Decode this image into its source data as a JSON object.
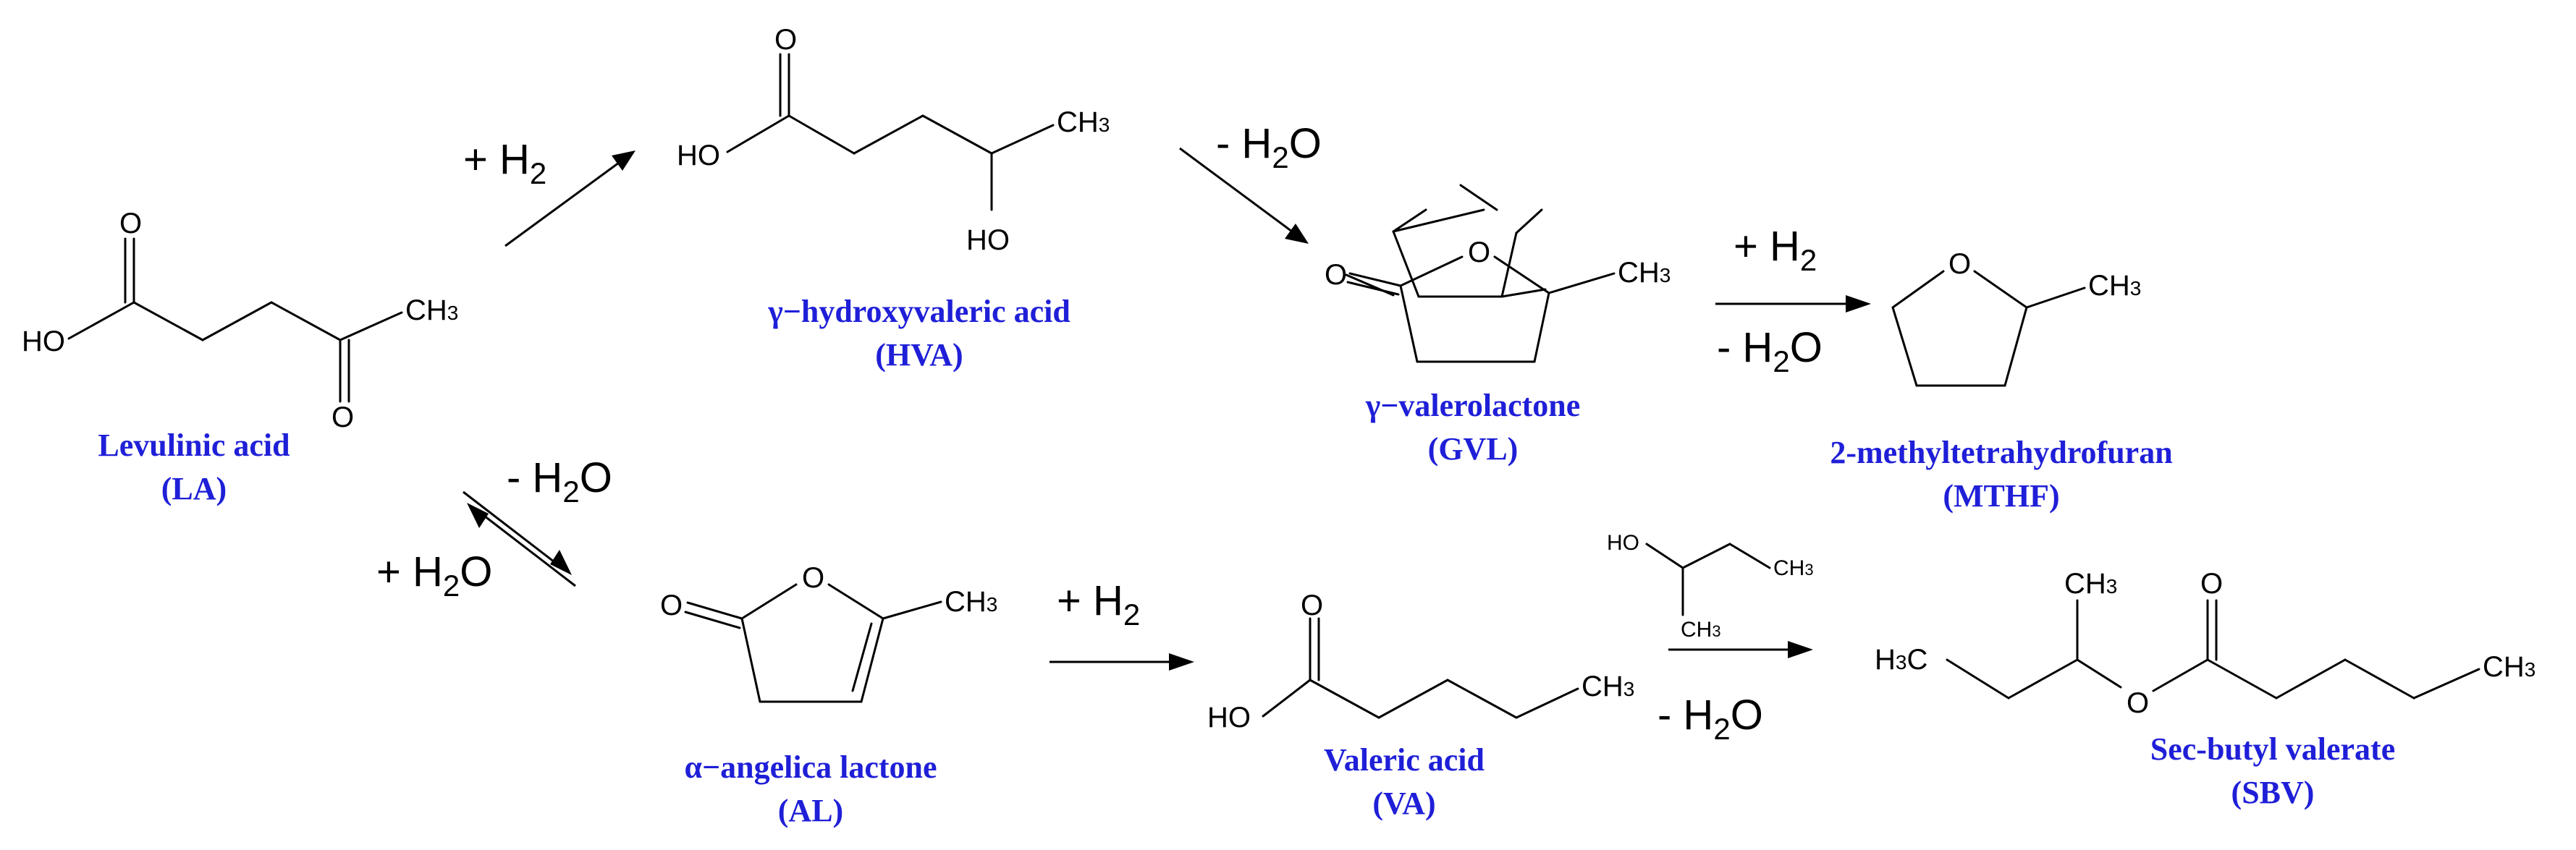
{
  "compounds": {
    "la": {
      "name": "Levulinic acid",
      "abbr": "(LA)"
    },
    "hva": {
      "name": "γ−hydroxyvaleric acid",
      "abbr": "(HVA)"
    },
    "gvl": {
      "name": "γ−valerolactone",
      "abbr": "(GVL)"
    },
    "mthf": {
      "name": "2-methyltetrahydrofuran",
      "abbr": "(MTHF)"
    },
    "al": {
      "name": "α−angelica lactone",
      "abbr": "(AL)"
    },
    "va": {
      "name": "Valeric acid",
      "abbr": "(VA)"
    },
    "sbv": {
      "name": "Sec-butyl valerate",
      "abbr": "(SBV)"
    }
  },
  "atoms": {
    "o": "O",
    "ho": "HO",
    "ch": "CH",
    "hc": "H",
    "c": "C",
    "three": "3"
  },
  "conditions": {
    "plus_h": "+ H",
    "minus_h": "- H",
    "two": "2",
    "o": "O"
  }
}
